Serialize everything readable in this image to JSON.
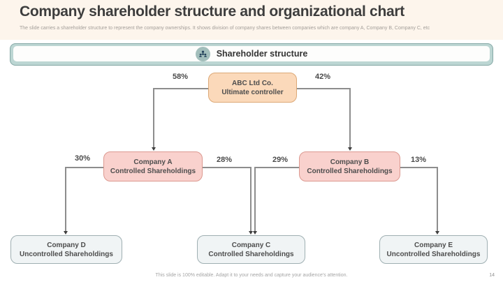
{
  "slide": {
    "title": "Company shareholder structure and organizational chart",
    "subtitle": "The slide carries a shareholder structure to represent the company ownerships. It shows division of company shares between companies which are company A, Company B, Company C, etc",
    "banner": {
      "label": "Shareholder structure",
      "icon": "people-group-icon"
    },
    "footer_note": "This slide is 100% editable. Adapt it to your needs and capture your audience's attention.",
    "page_number": "14"
  },
  "org": {
    "root": {
      "name": "ABC Ltd Co.",
      "subtitle": "Ultimate controller"
    },
    "company_a": {
      "name": "Company A",
      "subtitle": "Controlled Shareholdings"
    },
    "company_b": {
      "name": "Company B",
      "subtitle": "Controlled Shareholdings"
    },
    "company_c": {
      "name": "Company C",
      "subtitle": "Controlled Shareholdings"
    },
    "company_d": {
      "name": "Company D",
      "subtitle": "Uncontrolled Shareholdings"
    },
    "company_e": {
      "name": "Company E",
      "subtitle": "Uncontrolled Shareholdings"
    },
    "percentages": {
      "root_to_a": "58%",
      "root_to_b": "42%",
      "a_to_d": "30%",
      "a_to_c": "28%",
      "b_to_c": "29%",
      "b_to_e": "13%"
    }
  },
  "colors": {
    "header_band": "#fdf5ec",
    "banner_fill": "#bcd6d3",
    "banner_border": "#84a8a5",
    "root_fill": "#fbd9ba",
    "root_border": "#dca876",
    "controlled_fill": "#f9d1cd",
    "controlled_border": "#dc9990",
    "uncontrolled_fill": "#f0f4f5",
    "uncontrolled_border": "#9fafb2",
    "connector_line": "#8d8d8d"
  }
}
